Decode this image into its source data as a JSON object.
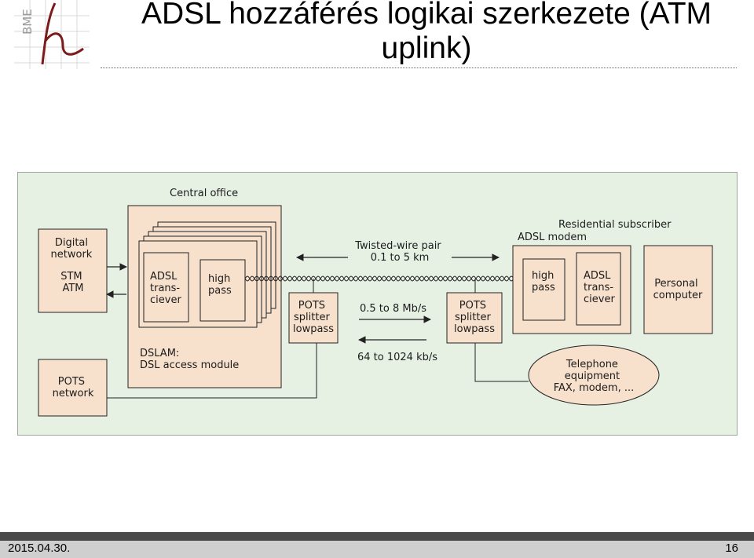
{
  "header": {
    "logo_text": "BME",
    "title": "ADSL hozzáférés logikai szerkezete (ATM uplink)"
  },
  "diagram": {
    "central_office": "Central office",
    "digital_network": [
      "Digital",
      "network",
      "",
      "STM",
      "ATM"
    ],
    "pots_network": [
      "POTS",
      "network"
    ],
    "co_transceiver": [
      "ADSL",
      "trans-",
      "ciever"
    ],
    "co_highpass": [
      "high",
      "pass"
    ],
    "dslam": [
      "DSLAM:",
      "DSL access module"
    ],
    "co_splitter": [
      "POTS",
      "splitter",
      "lowpass"
    ],
    "twisted_pair": [
      "Twisted-wire pair",
      "0.1 to 5 km"
    ],
    "downstream_rate": "0.5 to 8 Mb/s",
    "upstream_rate": "64 to 1024 kb/s",
    "subscriber": "Residential subscriber",
    "adsl_modem": "ADSL modem",
    "sub_highpass": [
      "high",
      "pass"
    ],
    "sub_transceiver": [
      "ADSL",
      "trans-",
      "ciever"
    ],
    "personal_computer": [
      "Personal",
      "computer"
    ],
    "sub_splitter": [
      "POTS",
      "splitter",
      "lowpass"
    ],
    "telephone_equipment": [
      "Telephone",
      "equipment",
      "FAX, modem, ..."
    ]
  },
  "footer": {
    "date": "2015.04.30.",
    "page": "16"
  },
  "colors": {
    "background": "#e6f1e4",
    "box_fill": "#f7e0cc",
    "box_stroke": "#222222",
    "footer_band": "#4a4a4a"
  }
}
